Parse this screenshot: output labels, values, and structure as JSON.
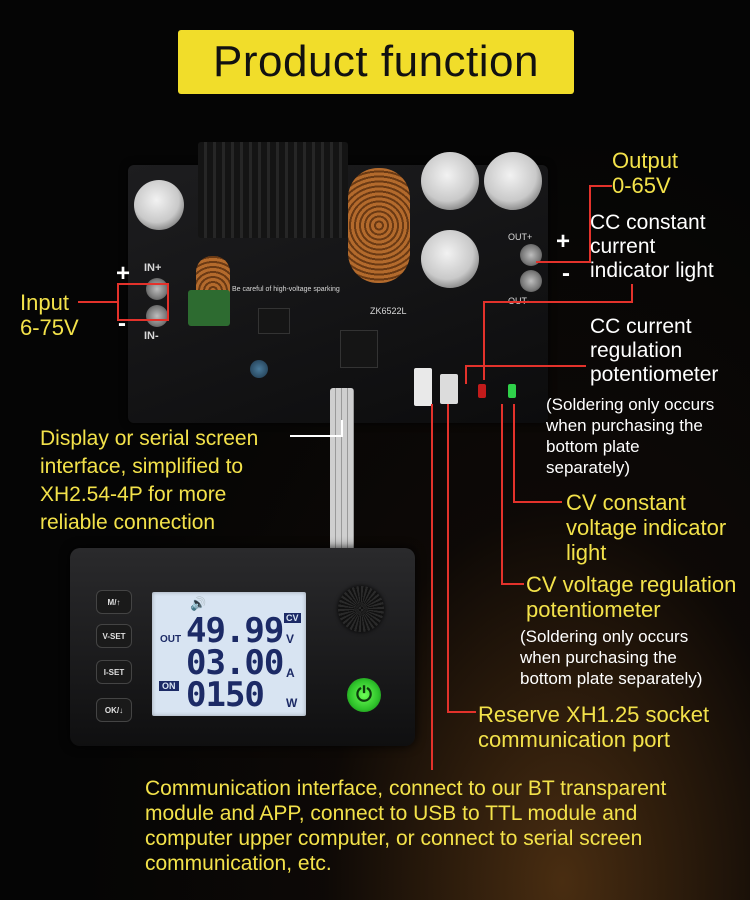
{
  "title": "Product function",
  "labels": {
    "output": "Output\n0-65V",
    "cc_indicator": "CC constant\ncurrent\nindicator light",
    "input": "Input\n6-75V",
    "cc_pot": "CC current\nregulation\npotentiometer",
    "cc_pot_note": "(Soldering only occurs\nwhen purchasing the\nbottom plate\nseparately)",
    "display_interface": "Display or serial screen\ninterface, simplified to\nXH2.54-4P for more\nreliable connection",
    "cv_indicator": "CV constant\nvoltage indicator\nlight",
    "cv_pot": "CV voltage regulation\npotentiometer",
    "cv_pot_note": "(Soldering only occurs\nwhen purchasing the\nbottom plate separately)",
    "reserve_port": "Reserve XH1.25 socket\ncommunication port",
    "communication": "Communication interface, connect to our BT transparent\nmodule and APP, connect to USB to TTL module and\ncomputer upper computer, or connect to serial screen\ncommunication, etc."
  },
  "pcb": {
    "model": "ZK6522L",
    "warning": "Be careful of high-voltage sparking",
    "in_plus": "IN+",
    "in_minus": "IN-",
    "out_plus": "OUT+",
    "out_minus": "OUT-"
  },
  "polarity": {
    "plus": "+",
    "minus": "-"
  },
  "display": {
    "buttons": [
      "M/↑",
      "V-SET",
      "I-SET",
      "OK/↓"
    ],
    "out_label": "OUT",
    "on_label": "ON",
    "cv_label": "CV",
    "voltage": "49.99",
    "voltage_unit": "V",
    "current": "03.00",
    "current_unit": "A",
    "power": "0150",
    "power_unit": "W"
  },
  "colors": {
    "accent": "#f1dd2a",
    "line": "#e3322b"
  }
}
